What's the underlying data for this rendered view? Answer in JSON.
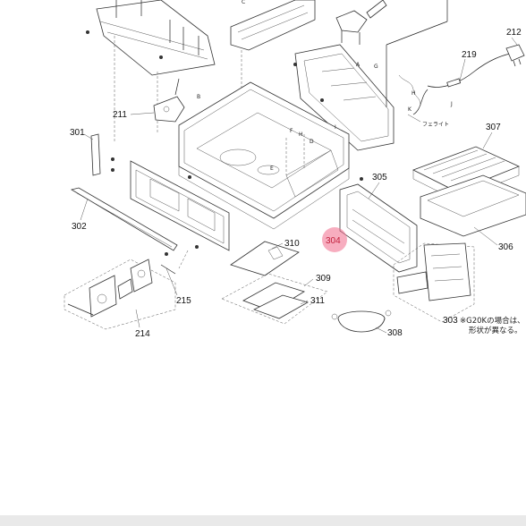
{
  "diagram": {
    "part_labels": {
      "p212": "212",
      "p219": "219",
      "p211": "211",
      "p301": "301",
      "p307": "307",
      "p305": "305",
      "p302": "302",
      "p304": "304",
      "p306": "306",
      "p310": "310",
      "p309": "309",
      "p311": "311",
      "p215": "215",
      "p214": "214",
      "p308": "308",
      "p303": "303"
    },
    "letters": {
      "A": "A",
      "B": "B",
      "C": "C",
      "D": "D",
      "E": "E",
      "F": "F",
      "H": "H",
      "I": "I",
      "J": "J",
      "K": "K"
    },
    "ferrite": "フェライト",
    "note_line1": "※G20Kの場合は、",
    "note_line2": "形状が異なる。",
    "highlight_color": "#f06a8a"
  }
}
